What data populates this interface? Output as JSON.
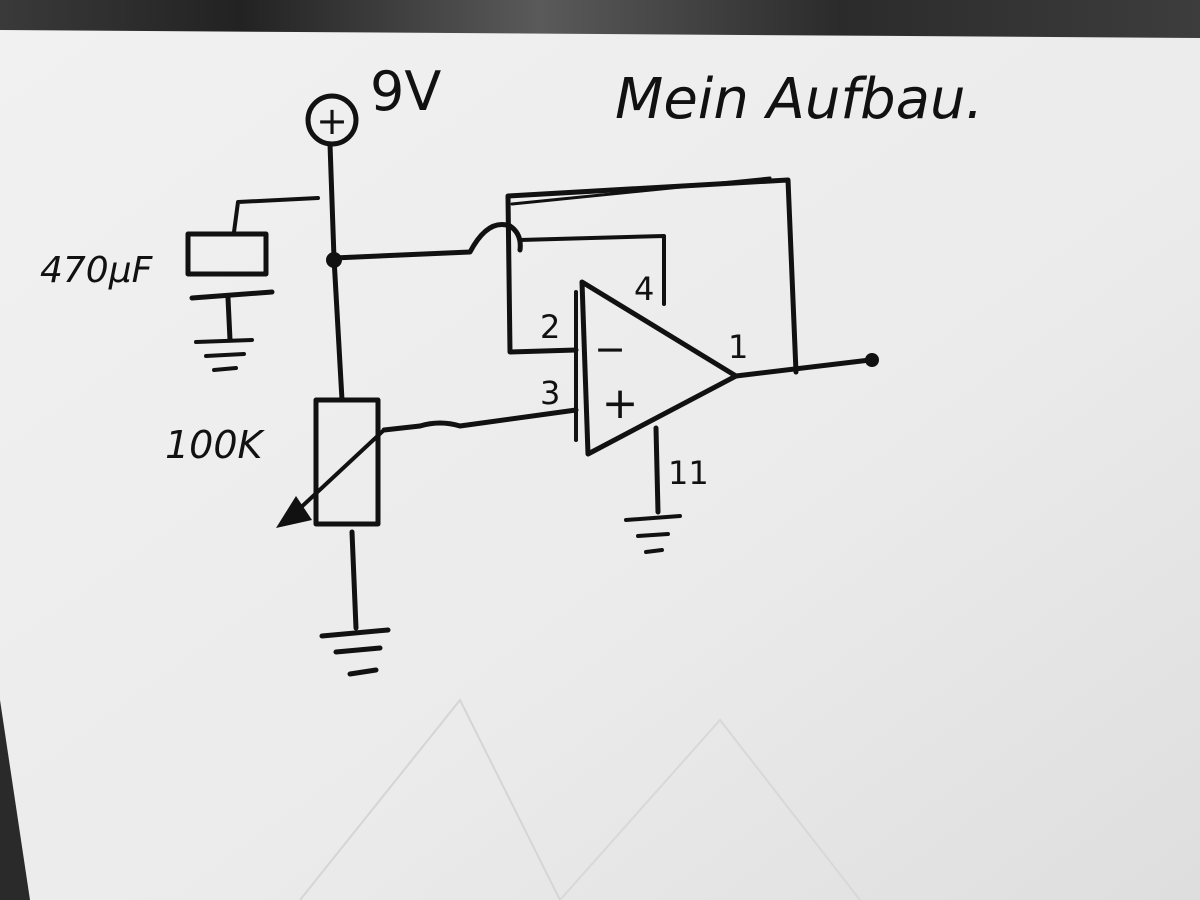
{
  "title": "Mein Aufbau.",
  "supply": {
    "symbol": "+",
    "label": "9V"
  },
  "capacitor": {
    "label": "470µF"
  },
  "potentiometer": {
    "label": "100K"
  },
  "opamp": {
    "pin_inverting": "2",
    "pin_noninverting": "3",
    "pin_power": "4",
    "pin_output": "1",
    "pin_ground": "11",
    "minus_sign": "−",
    "plus_sign": "+"
  }
}
